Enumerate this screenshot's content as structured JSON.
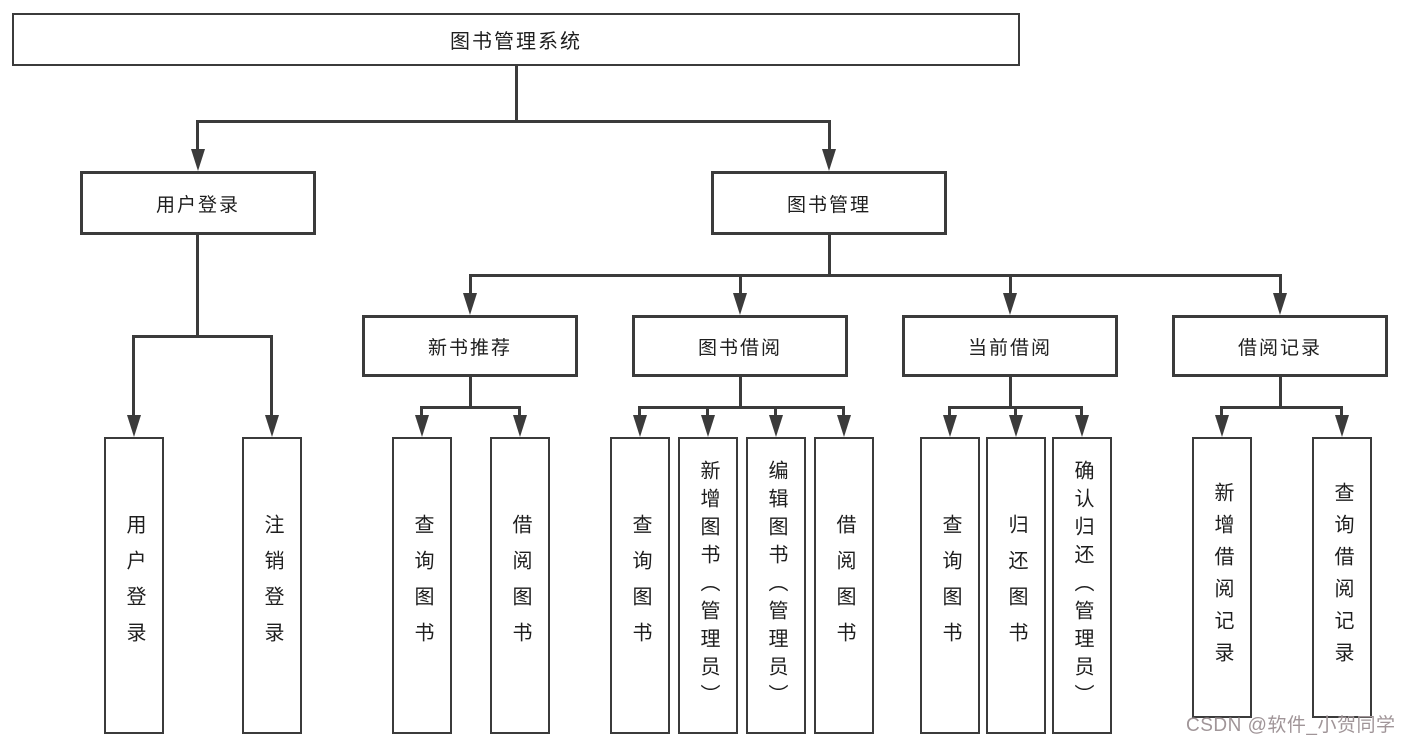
{
  "tree": {
    "root": {
      "label": "图书管理系统"
    },
    "branches": [
      {
        "label": "用户登录",
        "children": [
          {
            "label": "用户登录"
          },
          {
            "label": "注销登录"
          }
        ]
      },
      {
        "label": "图书管理",
        "children": [
          {
            "label": "新书推荐",
            "children": [
              {
                "label": "查询图书"
              },
              {
                "label": "借阅图书"
              }
            ]
          },
          {
            "label": "图书借阅",
            "children": [
              {
                "label": "查询图书"
              },
              {
                "label": "新增图书（管理员）"
              },
              {
                "label": "编辑图书（管理员）"
              },
              {
                "label": "借阅图书"
              }
            ]
          },
          {
            "label": "当前借阅",
            "children": [
              {
                "label": "查询图书"
              },
              {
                "label": "归还图书"
              },
              {
                "label": "确认归还（管理员）"
              }
            ]
          },
          {
            "label": "借阅记录",
            "children": [
              {
                "label": "新增借阅记录"
              },
              {
                "label": "查询借阅记录"
              }
            ]
          }
        ]
      }
    ]
  },
  "watermark": {
    "text": "CSDN @软件_小贺同学"
  },
  "colors": {
    "line": "#3b3b3b",
    "text": "#1e1e1e",
    "watermark": "#a09598",
    "background": "#ffffff"
  }
}
